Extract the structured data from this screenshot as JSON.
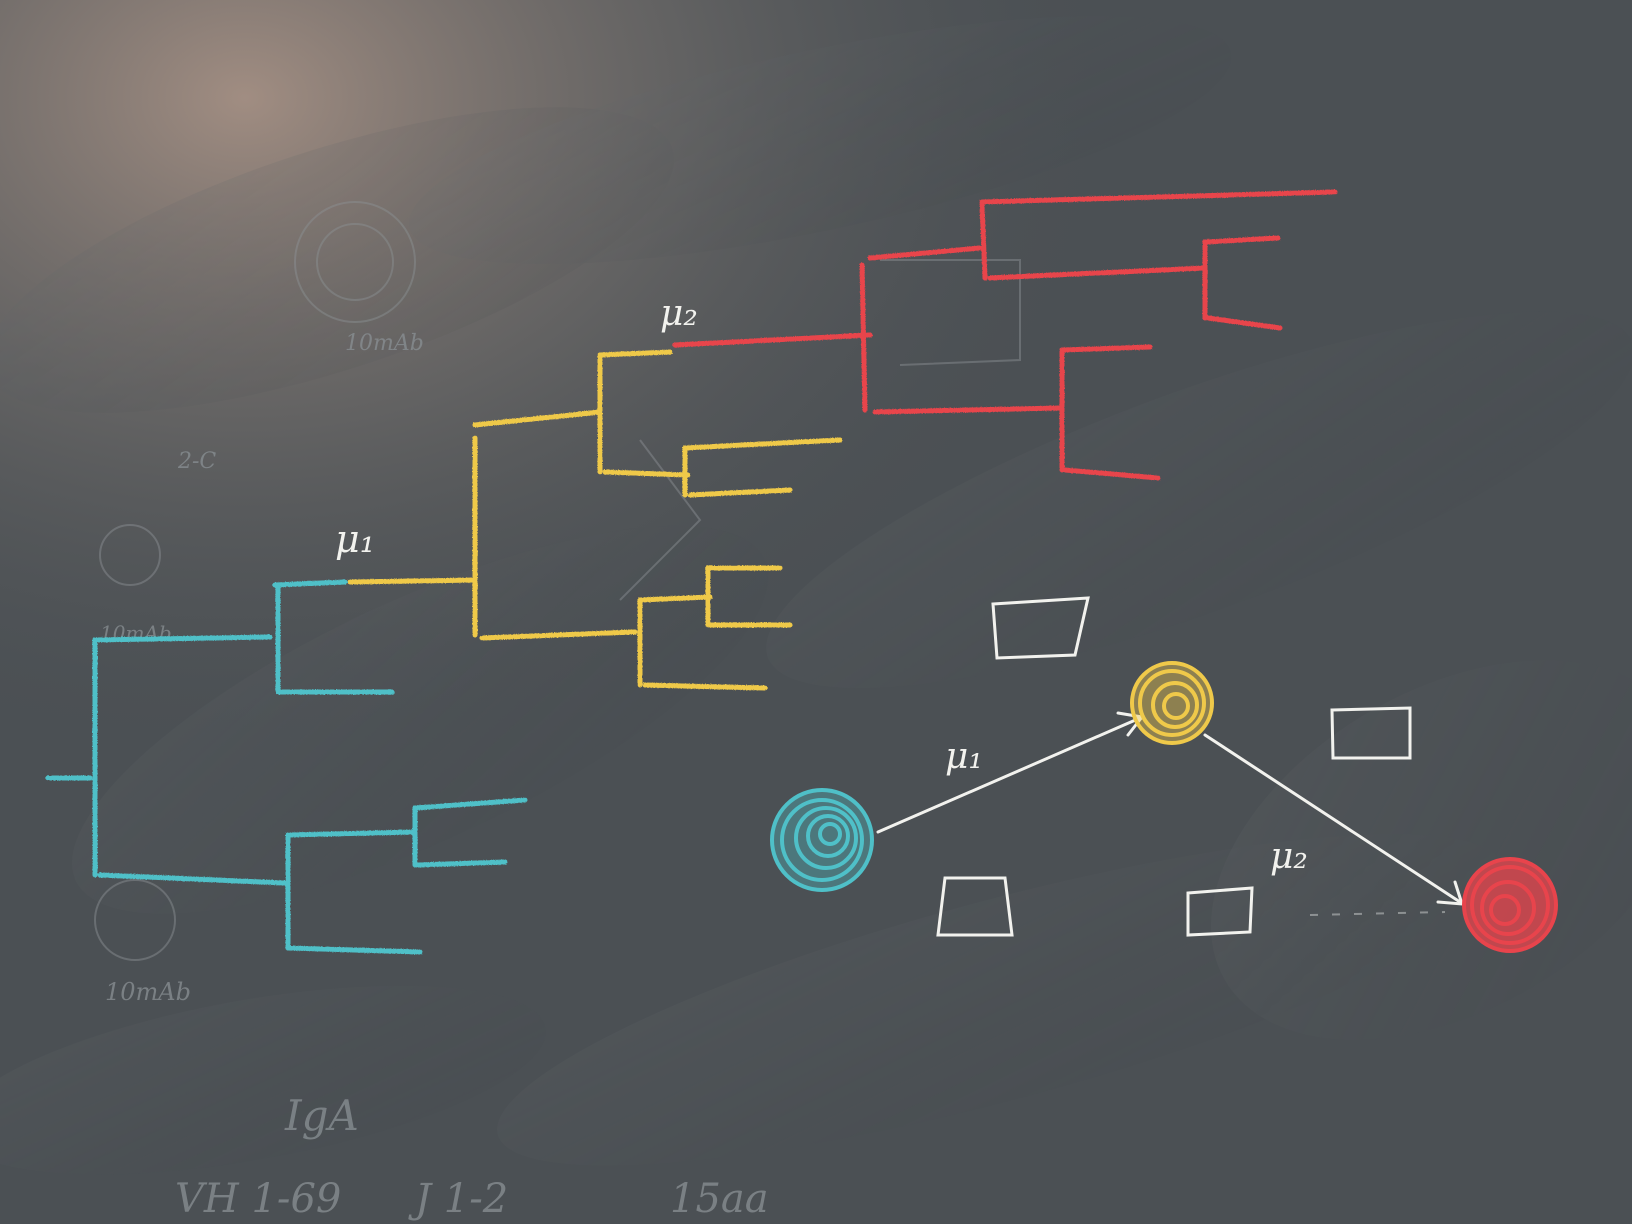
{
  "labels": {
    "tree_mu1": "μ₁",
    "tree_mu2": "μ₂",
    "graph_mu1": "μ₁",
    "graph_mu2": "μ₂"
  },
  "faint_text": {
    "top_left_label": "10mAb",
    "left_label": "2-C",
    "tree_root_label": "10mAb",
    "bottom_left_label": "10mAb",
    "bottom_row_1": "IgA",
    "bottom_row_2": "VH 1-69",
    "bottom_row_3": "J 1-2",
    "bottom_row_4": "15aa"
  },
  "colors": {
    "board": "#4a4f53",
    "chalk_white": "#f2f2ee",
    "chalk_cyan": "#4fc0c8",
    "chalk_yellow": "#efc94a",
    "chalk_red": "#e8444c",
    "faint_chalk": "#8a9094"
  }
}
